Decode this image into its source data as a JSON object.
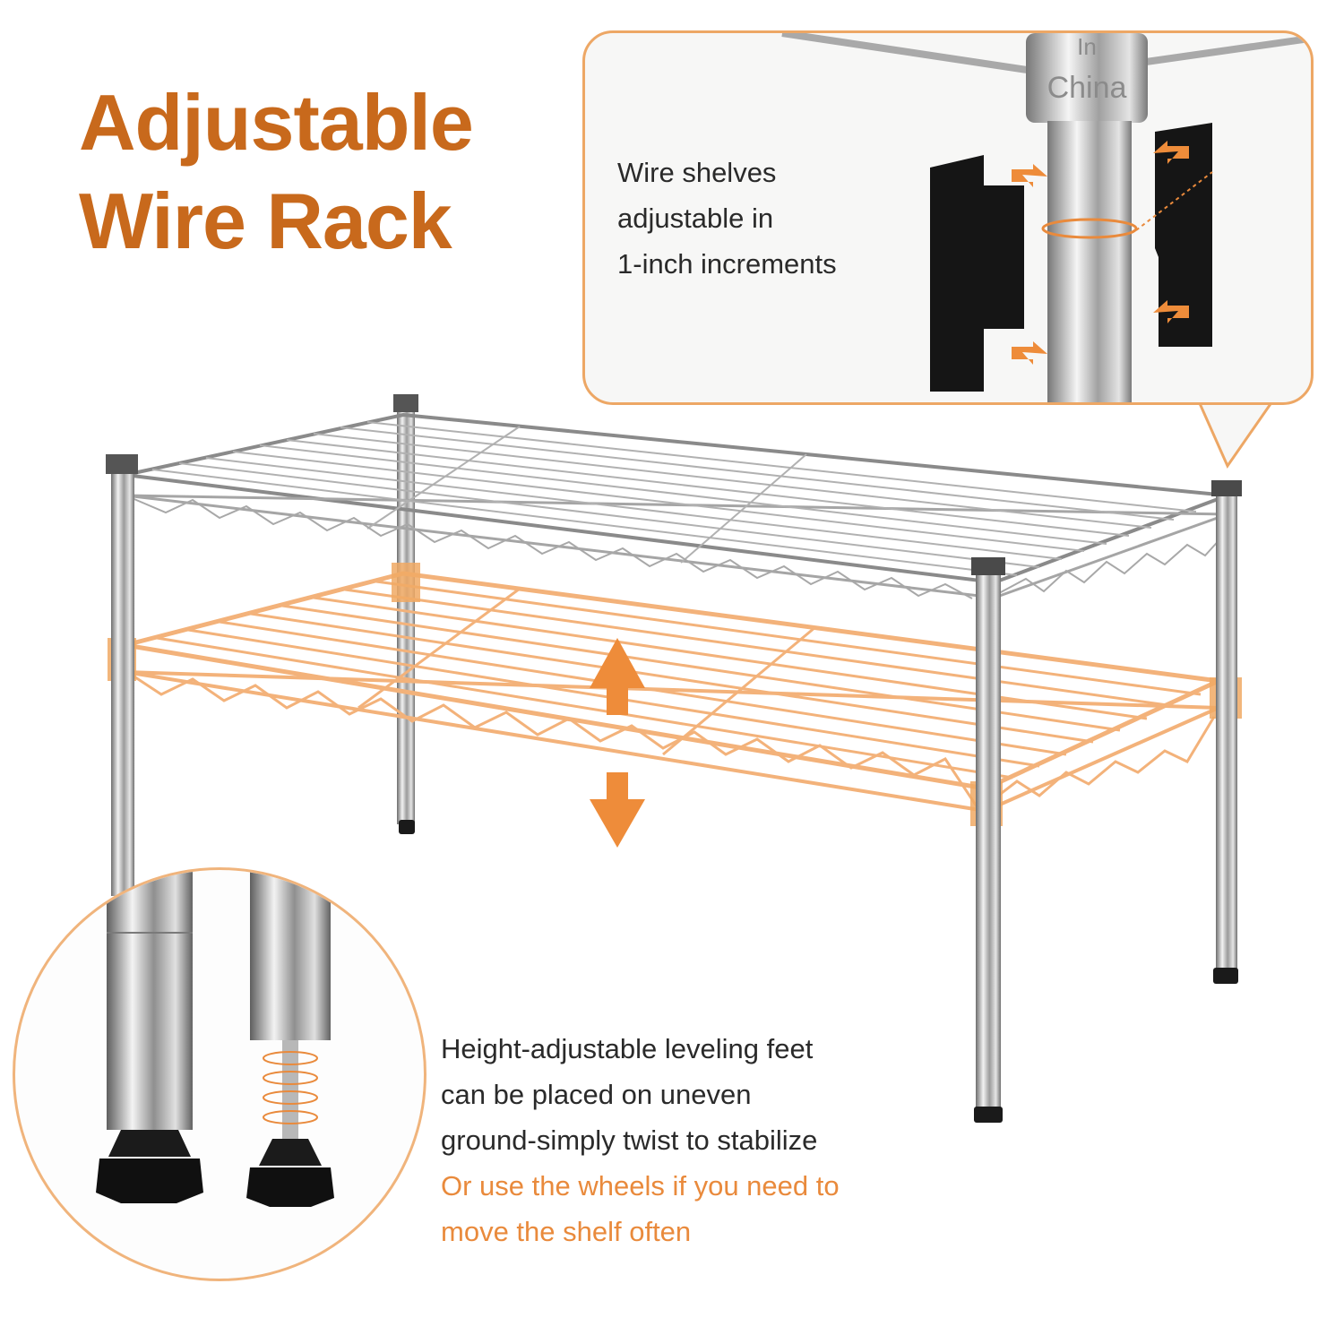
{
  "headline": {
    "line1": "Adjustable",
    "line2": "Wire Rack"
  },
  "top_callout": {
    "lines": [
      "Wire shelves",
      "adjustable in",
      "1-inch increments"
    ],
    "pole_stamp": [
      "In",
      "China"
    ]
  },
  "bottom_callout": {
    "lines": [
      "Height-adjustable leveling feet",
      "can be placed on uneven",
      "ground-simply twist to stabilize"
    ],
    "highlight_lines": [
      "Or use the wheels if you need to",
      "move the shelf often"
    ]
  },
  "colors": {
    "headline": "#c8691c",
    "accent": "#e98a3c",
    "text": "#2a2a2a",
    "border": "#eda765",
    "highlight_shelf": "#f3b27a"
  }
}
